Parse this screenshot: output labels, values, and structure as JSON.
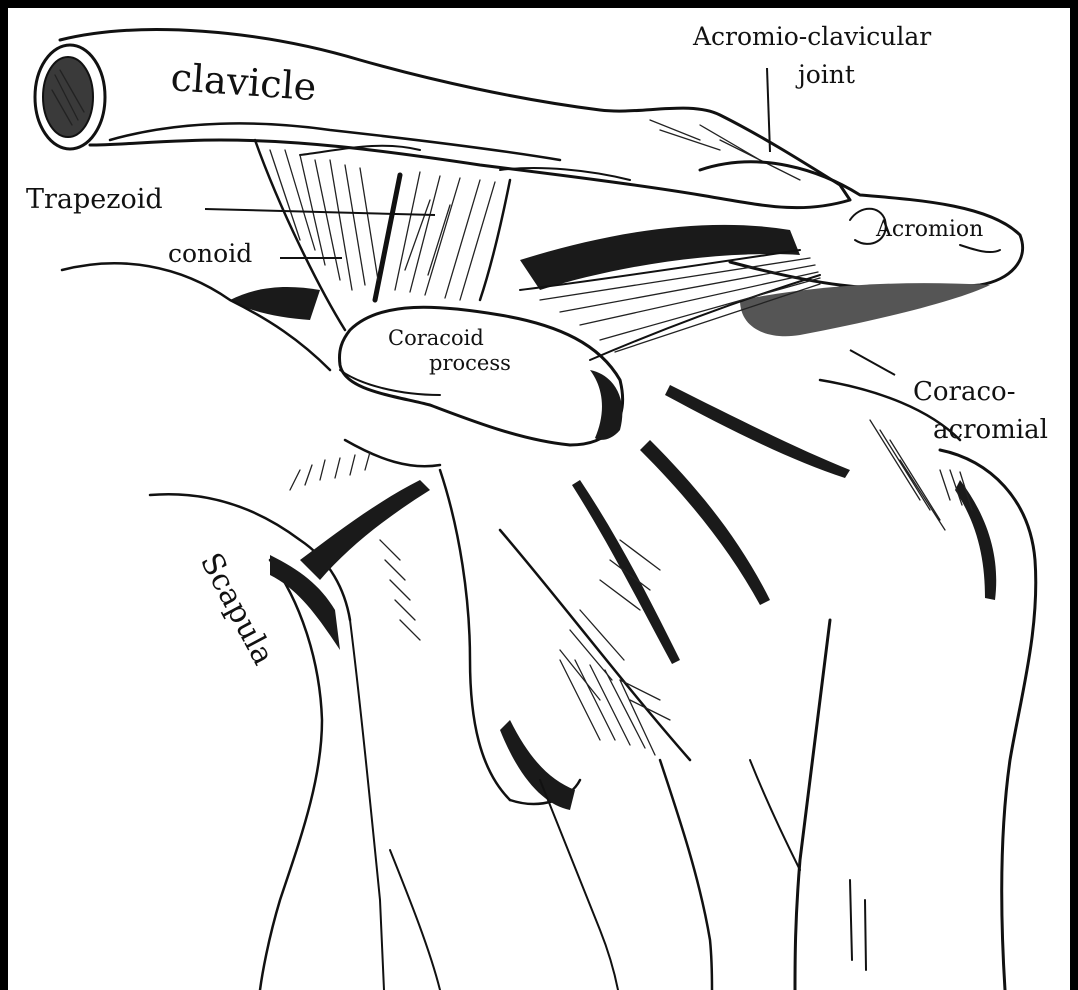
{
  "labels": {
    "clavicle": "clavicle",
    "acromio_clavicular_1": "Acromio-clavicular",
    "acromio_clavicular_2": "joint",
    "trapezoid": "Trapezoid",
    "conoid": "conoid",
    "acromion": "Acromion",
    "coracoid_1": "Coracoid",
    "coracoid_2": "process",
    "coraco_acromial_1": "Coraco-",
    "coraco_acromial_2": "acromial",
    "scapula": "Scapula"
  },
  "colors": {
    "frame": "#000000",
    "paper": "#ffffff",
    "ink": "#111111"
  }
}
